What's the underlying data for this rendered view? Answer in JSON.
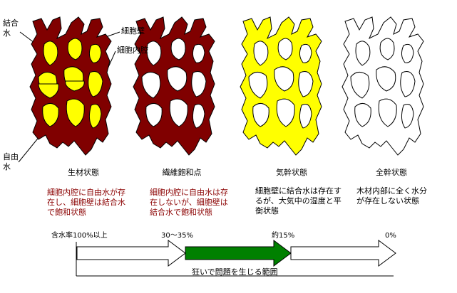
{
  "labels": {
    "bound_water": "結合\n水",
    "cell_wall": "細胞壁",
    "cell_lumen": "細胞内腔",
    "free_water": "自由\n水"
  },
  "states": [
    {
      "title": "生材状態",
      "description": "細胞内腔に自由水が存在し、細胞壁は結合水で飽和状態",
      "wall_color": "#800000",
      "lumen_color": "#ffff00",
      "free_water": true
    },
    {
      "title": "繊維飽和点",
      "description": "細胞内腔に自由水は存在しないが、細胞壁は結合水で飽和状態",
      "wall_color": "#800000",
      "lumen_color": "#ffffff",
      "free_water": false
    },
    {
      "title": "気幹状態",
      "description": "細胞壁に結合水は存在するが、大気中の湿度と平衡状態",
      "wall_color": "#ffff00",
      "lumen_color": "#ffffff",
      "free_water": false
    },
    {
      "title": "全幹状態",
      "description": "木材内部に全く水分が存在しない状態",
      "wall_color": "#ffffff",
      "lumen_color": "#ffffff",
      "free_water": false
    }
  ],
  "moisture_scale": {
    "labels": [
      "含水率100%以上",
      "30～35%",
      "約15%",
      "0%"
    ],
    "warp_range_label": "狂いで問題を生じる範囲",
    "warp_color": "#008000"
  }
}
